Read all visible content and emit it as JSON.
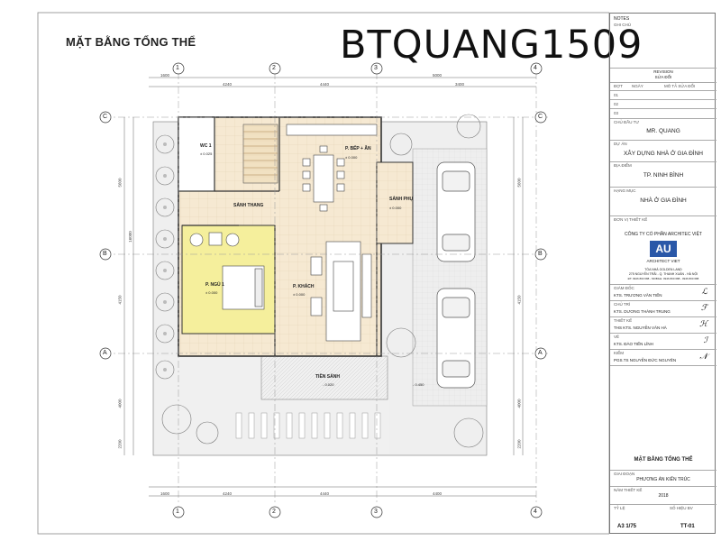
{
  "sheet": {
    "title": "MẶT BẰNG TỔNG THỂ",
    "watermark": "BTQUANG1509"
  },
  "grid": {
    "axes_top": [
      "1",
      "2",
      "3",
      "4"
    ],
    "axes_side": [
      "C",
      "B",
      "A"
    ],
    "dims_top": [
      "1600",
      "4240",
      "4440",
      "5000",
      "3400"
    ],
    "dims_top_total": "5000",
    "dims_bottom": [
      "1600",
      "4240",
      "4440",
      "4400"
    ],
    "dims_left": [
      "5600",
      "4150",
      "4000",
      "2200",
      "16000"
    ],
    "dims_right": [
      "5600",
      "4150",
      "4000",
      "2200"
    ]
  },
  "rooms": {
    "wc": {
      "name": "WC 1",
      "level": "± 0.025"
    },
    "kitchen": {
      "name": "P. BẾP + ĂN",
      "level": "± 0.000"
    },
    "stair_hall": {
      "name": "SẢNH THANG"
    },
    "side_hall": {
      "name": "SẢNH PHỤ",
      "level": "± 0.000"
    },
    "bedroom": {
      "name": "P. NGỦ 1",
      "level": "± 0.000"
    },
    "living": {
      "name": "P. KHÁCH",
      "level": "± 0.000"
    },
    "front_hall": {
      "name": "TIỀN SẢNH",
      "level": "- 0.020"
    },
    "yard_level": "- 0.450"
  },
  "titleblock": {
    "notes_label": "NOTES",
    "notes_sub": "GHI CHÚ",
    "revision_label": "REVISION",
    "revision_sub": "SỬA ĐỔI",
    "rev_cols": [
      "ĐỢT",
      "NGÀY",
      "MÔ TẢ SỬA ĐỔI"
    ],
    "rev_rows": [
      "01",
      "02",
      "03"
    ],
    "client_label": "CHỦ ĐẦU TƯ",
    "client": "MR. QUANG",
    "project_label": "DỰ ÁN",
    "project": "XÂY DỰNG NHÀ Ở GIA ĐÌNH",
    "location_label": "ĐỊA ĐIỂM",
    "location": "TP. NINH BÌNH",
    "item_label": "HẠNG MỤC",
    "item": "NHÀ Ở GIA ĐÌNH",
    "designer_label": "ĐƠN VỊ THIẾT KẾ",
    "company": "CÔNG TY CỔ PHẦN ARCHITEC VIỆT",
    "logo": "AU",
    "logo_sub": "ARCHITECT VIET",
    "address": "TÒA NHÀ GOLDEN LAND",
    "address2": "275 NGUYỄN TRÃI - Q. THANH XUÂN - HÀ NỘI",
    "phone": "ĐT: 0946 800 688 - MOBILE: 0946 800 688 - 0946 800 688",
    "people": [
      {
        "role": "GIÁM ĐỐC",
        "name": "KTS. TRƯƠNG VĂN TIẾN"
      },
      {
        "role": "CHỦ TRÌ",
        "name": "KTS. DƯƠNG THÀNH TRUNG"
      },
      {
        "role": "THIẾT KẾ",
        "name": "THS KTS. NGUYỄN VĂN HÀ"
      },
      {
        "role": "VẼ",
        "name": "KTS. ĐÀO TIẾN LĨNH"
      },
      {
        "role": "KIỂM",
        "name": "PGS.TS NGUYỄN ĐỨC NGUYÊN"
      }
    ],
    "drawing_title": "MẶT BẰNG TỔNG THỂ",
    "phase_label": "GIAI ĐOẠN",
    "phase": "PHƯƠNG ÁN KIẾN TRÚC",
    "year_label": "NĂM THIẾT KẾ",
    "year": "2018",
    "scale_label": "TỶ LỆ",
    "scale": "A3 1/75",
    "sheet_no_label": "SỐ HIỆU BV",
    "sheet_no": "TT-01"
  }
}
